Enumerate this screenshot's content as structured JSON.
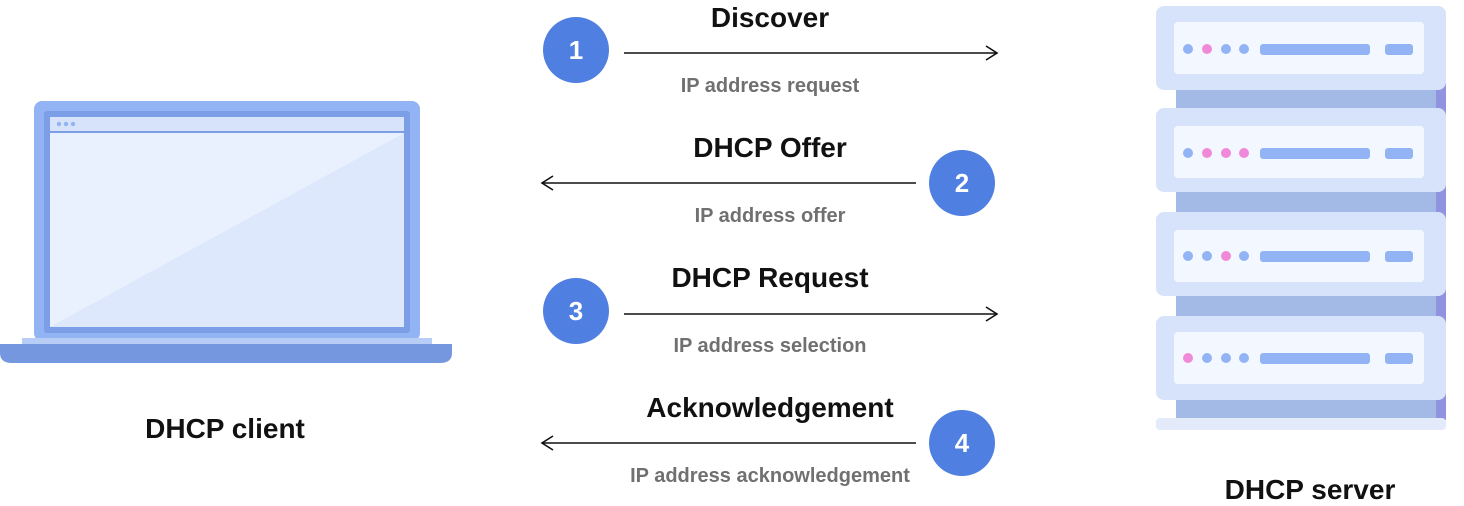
{
  "client": {
    "label": "DHCP client"
  },
  "server": {
    "label": "DHCP server"
  },
  "steps": [
    {
      "number": "1",
      "title": "Discover",
      "subtitle": "IP address request",
      "direction": "to-server"
    },
    {
      "number": "2",
      "title": "DHCP Offer",
      "subtitle": "IP address offer",
      "direction": "to-client"
    },
    {
      "number": "3",
      "title": "DHCP Request",
      "subtitle": "IP address selection",
      "direction": "to-server"
    },
    {
      "number": "4",
      "title": "Acknowledgement",
      "subtitle": "IP address acknowledgement",
      "direction": "to-client"
    }
  ],
  "colors": {
    "badge": "#4f7fe0",
    "laptop_frame": "#93b4f4",
    "server_panel": "#e3ebfb",
    "server_rack": "#a3b9e6",
    "led_blue": "#93b4f4",
    "led_pink": "#f08ad8"
  }
}
